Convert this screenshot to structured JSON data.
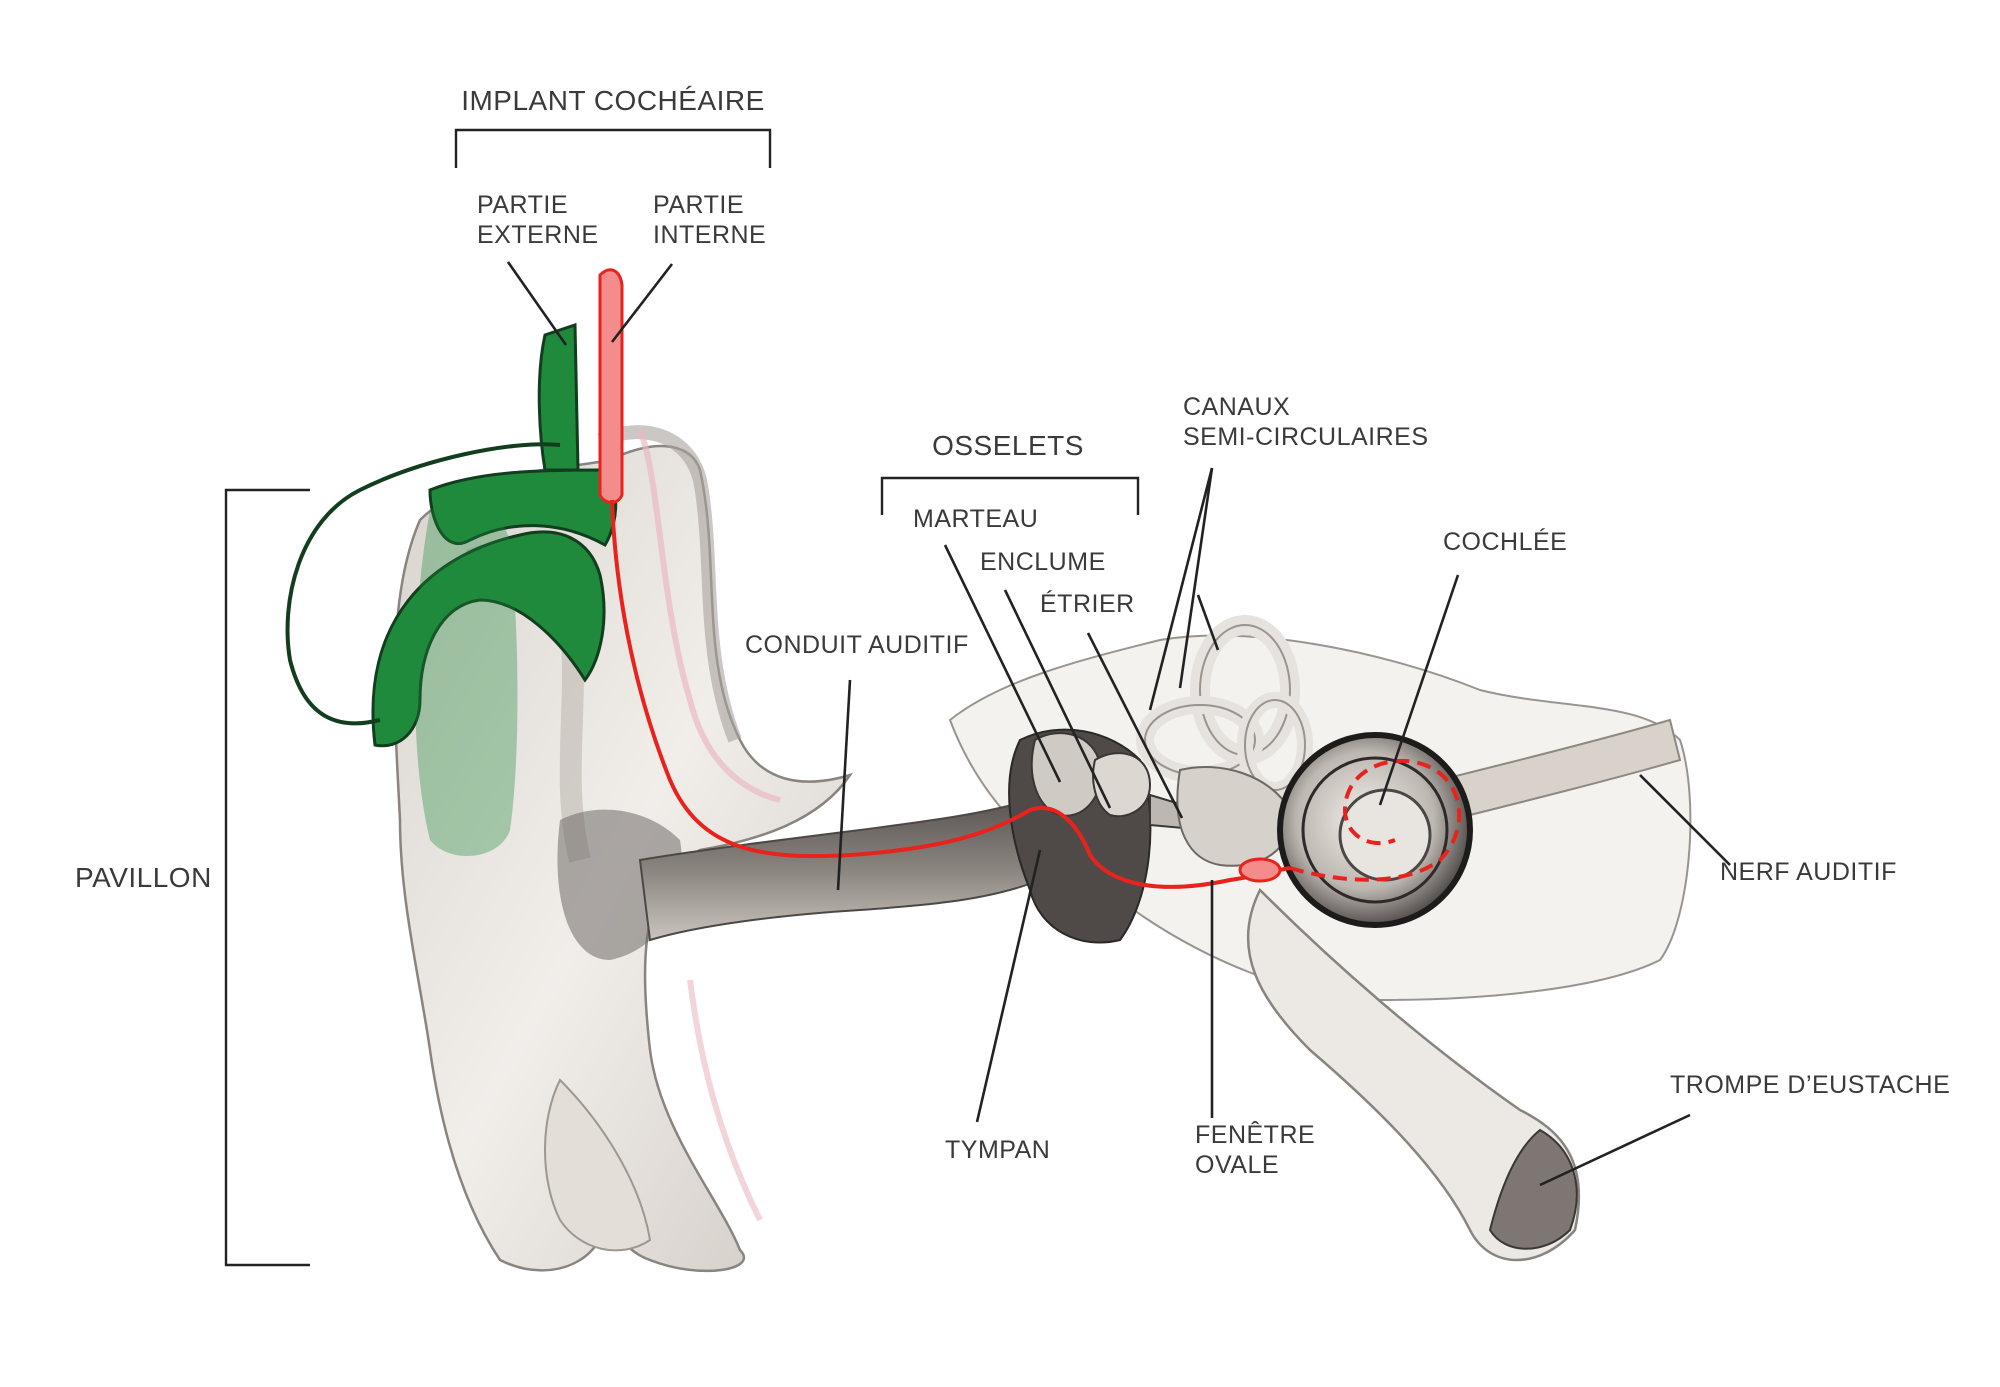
{
  "labels": {
    "implant": "IMPLANT COCHÉAIRE",
    "partie_externe_1": "PARTIE",
    "partie_externe_2": "EXTERNE",
    "partie_interne_1": "PARTIE",
    "partie_interne_2": "INTERNE",
    "osselets": "OSSELETS",
    "marteau": "MARTEAU",
    "enclume": "ENCLUME",
    "etrier": "ÉTRIER",
    "canaux_1": "CANAUX",
    "canaux_2": "SEMI-CIRCULAIRES",
    "cochlee": "COCHLÉE",
    "conduit": "CONDUIT AUDITIF",
    "pavillon": "PAVILLON",
    "nerf": "NERF AUDITIF",
    "tympan": "TYMPAN",
    "fenetre_1": "FENÊTRE",
    "fenetre_2": "OVALE",
    "trompe": "TROMPE D’EUSTACHE"
  },
  "colors": {
    "external_part": "#1f8a3b",
    "external_outline": "#123d1e",
    "internal_part": "#f58c8c",
    "electrode": "#e8231d",
    "tissue": "#eeebe6",
    "shadow": "#7a7470"
  }
}
